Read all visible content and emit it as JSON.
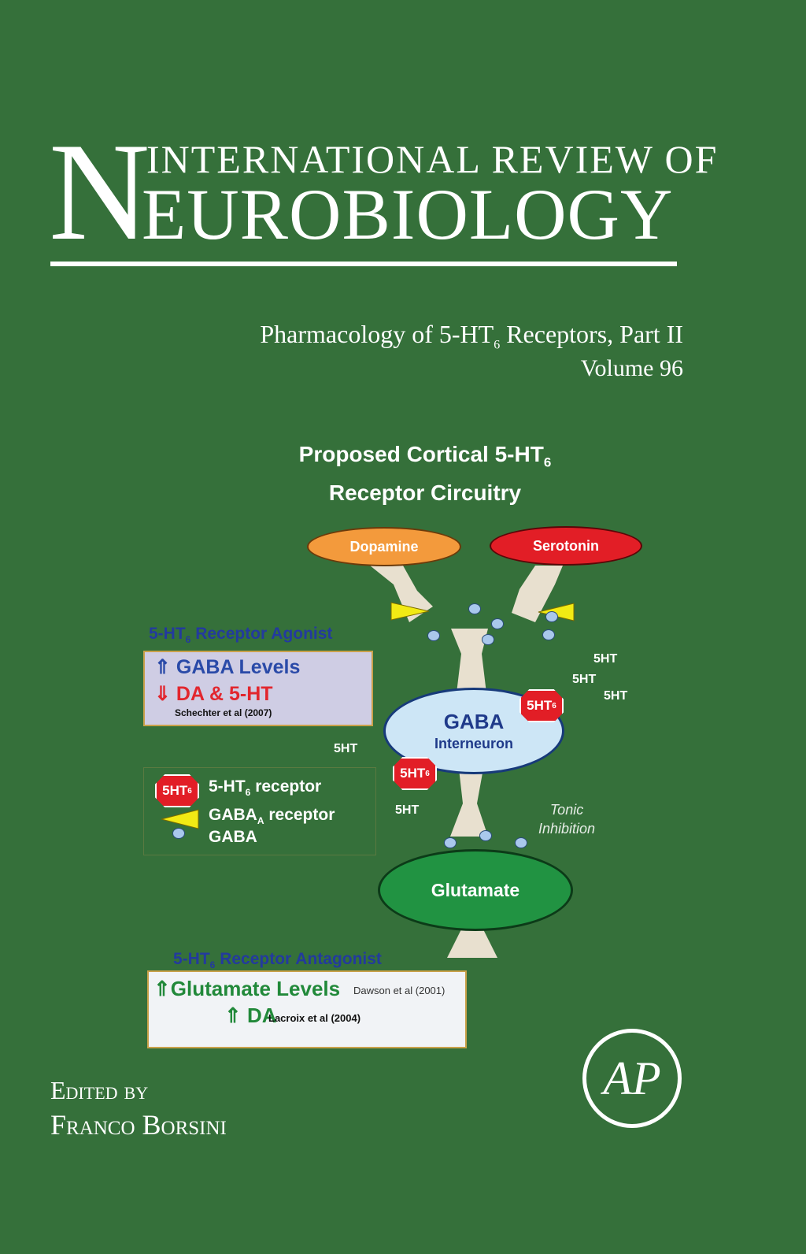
{
  "cover": {
    "series_n": "N",
    "series_line1": "INTERNATIONAL REVIEW OF",
    "series_line2": "EUROBIOLOGY",
    "subtitle_p1": "Pharmacology of 5-HT",
    "subtitle_sub": "6",
    "subtitle_p2": " Receptors, Part II",
    "volume": "Volume 96",
    "edited_by": "Edited by",
    "editor": "Franco Borsini"
  },
  "diagram": {
    "title_line1_a": "Proposed  Cortical 5-HT",
    "title_line1_sub": "6",
    "title_line2": "Receptor Circuitry",
    "dopamine": "Dopamine",
    "serotonin": "Serotonin",
    "gaba_title": "GABA",
    "gaba_sub": "Interneuron",
    "glutamate": "Glutamate",
    "badge_text": "5HT",
    "badge_sub": "6",
    "fiveht_labels": [
      "5HT",
      "5HT",
      "5HT",
      "5HT",
      "5HT"
    ],
    "tonic_line1": "Tonic",
    "tonic_line2": "Inhibition",
    "agonist_label_a": "5-HT",
    "agonist_label_sub": "6",
    "agonist_label_b": " Receptor Agonist",
    "agonist_line1": "⇑ GABA Levels",
    "agonist_line2": "⇓ DA & 5-HT",
    "agonist_cite": "Schechter et al (2007)",
    "legend_receptor_a": "5-HT",
    "legend_receptor_sub": "6",
    "legend_receptor_b": " receptor",
    "legend_gabaa_a": "GABA",
    "legend_gabaa_sub": "A",
    "legend_gabaa_b": " receptor",
    "legend_gaba": "GABA",
    "antagonist_label_a": "5-HT",
    "antagonist_label_sub": "6",
    "antagonist_label_b": " Receptor Antagonist",
    "antag_line1": "⇑Glutamate Levels",
    "antag_cite1": "Dawson et al (2001)",
    "antag_line2": "⇑ DA",
    "antag_cite2": "Lacroix et al (2004)"
  },
  "colors": {
    "background": "#35703a",
    "dopamine": "#f39a3c",
    "serotonin": "#e21e26",
    "gaba": "#cde6f6",
    "glutamate": "#219342"
  },
  "logo": "AP"
}
